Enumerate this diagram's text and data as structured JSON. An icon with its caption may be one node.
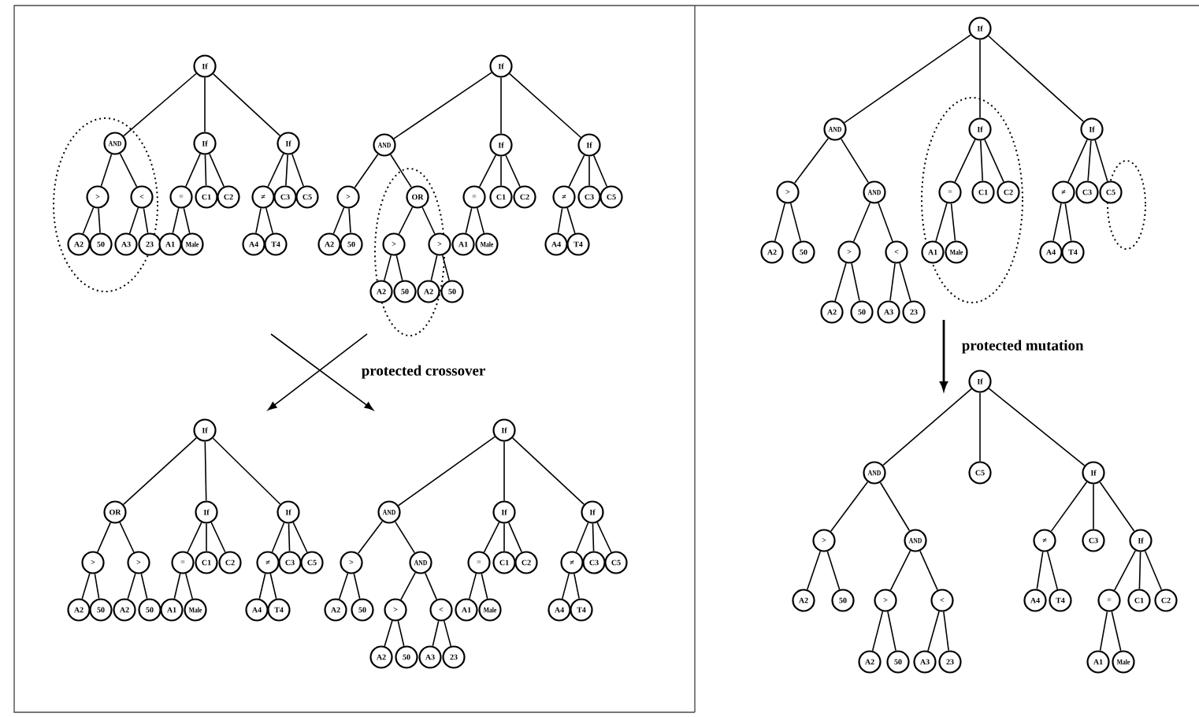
{
  "diagram": {
    "nodes": [
      {
        "text": [
          "If"
        ]
      },
      {
        "text": [
          "AND"
        ]
      },
      {
        "text": [
          ">"
        ]
      },
      {
        "text": [
          "A2"
        ]
      },
      {
        "text": [
          "50"
        ]
      },
      {
        "text": [
          "<"
        ]
      },
      {
        "text": [
          "A3"
        ]
      },
      {
        "text": [
          "23"
        ]
      },
      {
        "text": [
          "If"
        ]
      },
      {
        "text": [
          "="
        ]
      },
      {
        "text": [
          "A1"
        ]
      },
      {
        "text": [
          "Male"
        ]
      },
      {
        "text": [
          "C1"
        ]
      },
      {
        "text": [
          "C2"
        ]
      },
      {
        "text": [
          "If"
        ]
      },
      {
        "text": [
          "≠"
        ]
      },
      {
        "text": [
          "A4"
        ]
      },
      {
        "text": [
          "T4"
        ]
      },
      {
        "text": [
          "C3"
        ]
      },
      {
        "text": [
          "C5"
        ]
      },
      {
        "text": [
          "If"
        ]
      },
      {
        "text": [
          "AND"
        ]
      },
      {
        "text": [
          ">"
        ]
      },
      {
        "text": [
          "A2"
        ]
      },
      {
        "text": [
          "50"
        ]
      },
      {
        "text": [
          "OR"
        ]
      },
      {
        "text": [
          ">"
        ]
      },
      {
        "text": [
          "A2"
        ]
      },
      {
        "text": [
          "50"
        ]
      },
      {
        "text": [
          ">"
        ]
      },
      {
        "text": [
          "A2"
        ]
      },
      {
        "text": [
          "50"
        ]
      },
      {
        "text": [
          "If"
        ]
      },
      {
        "text": [
          "="
        ]
      },
      {
        "text": [
          "A1"
        ]
      },
      {
        "text": [
          "Male"
        ]
      },
      {
        "text": [
          "C1"
        ]
      },
      {
        "text": [
          "C2"
        ]
      },
      {
        "text": [
          "If"
        ]
      },
      {
        "text": [
          "≠"
        ]
      },
      {
        "text": [
          "A4"
        ]
      },
      {
        "text": [
          "T4"
        ]
      },
      {
        "text": [
          "C3"
        ]
      },
      {
        "text": [
          "C5"
        ]
      },
      {
        "text": [
          "If"
        ]
      },
      {
        "text": [
          "OR"
        ]
      },
      {
        "text": [
          ">"
        ]
      },
      {
        "text": [
          "A2"
        ]
      },
      {
        "text": [
          "50"
        ]
      },
      {
        "text": [
          ">"
        ]
      },
      {
        "text": [
          "A2"
        ]
      },
      {
        "text": [
          "50"
        ]
      },
      {
        "text": [
          "If"
        ]
      },
      {
        "text": [
          "="
        ]
      },
      {
        "text": [
          "A1"
        ]
      },
      {
        "text": [
          "Male"
        ]
      },
      {
        "text": [
          "C1"
        ]
      },
      {
        "text": [
          "C2"
        ]
      },
      {
        "text": [
          "If"
        ]
      },
      {
        "text": [
          "≠"
        ]
      },
      {
        "text": [
          "A4"
        ]
      },
      {
        "text": [
          "T4"
        ]
      },
      {
        "text": [
          "C3"
        ]
      },
      {
        "text": [
          "C5"
        ]
      },
      {
        "text": [
          "If"
        ]
      },
      {
        "text": [
          "AND"
        ]
      },
      {
        "text": [
          ">"
        ]
      },
      {
        "text": [
          "A2"
        ]
      },
      {
        "text": [
          "50"
        ]
      },
      {
        "text": [
          "AND"
        ]
      },
      {
        "text": [
          ">"
        ]
      },
      {
        "text": [
          "A2"
        ]
      },
      {
        "text": [
          "50"
        ]
      },
      {
        "text": [
          "<"
        ]
      },
      {
        "text": [
          "A3"
        ]
      },
      {
        "text": [
          "23"
        ]
      },
      {
        "text": [
          "If"
        ]
      },
      {
        "text": [
          "="
        ]
      },
      {
        "text": [
          "A1"
        ]
      },
      {
        "text": [
          "Male"
        ]
      },
      {
        "text": [
          "C1"
        ]
      },
      {
        "text": [
          "C2"
        ]
      },
      {
        "text": [
          "If"
        ]
      },
      {
        "text": [
          "≠"
        ]
      },
      {
        "text": [
          "A4"
        ]
      },
      {
        "text": [
          "T4"
        ]
      },
      {
        "text": [
          "C3"
        ]
      },
      {
        "text": [
          "C5"
        ]
      },
      {
        "text": [
          "If"
        ]
      },
      {
        "text": [
          "AND"
        ]
      },
      {
        "text": [
          ">"
        ]
      },
      {
        "text": [
          "A2"
        ]
      },
      {
        "text": [
          "50"
        ]
      },
      {
        "text": [
          "AND"
        ]
      },
      {
        "text": [
          ">"
        ]
      },
      {
        "text": [
          "A2"
        ]
      },
      {
        "text": [
          "50"
        ]
      },
      {
        "text": [
          "<"
        ]
      },
      {
        "text": [
          "A3"
        ]
      },
      {
        "text": [
          "23"
        ]
      },
      {
        "text": [
          "If"
        ]
      },
      {
        "text": [
          "="
        ]
      },
      {
        "text": [
          "A1"
        ]
      },
      {
        "text": [
          "Male"
        ]
      },
      {
        "text": [
          "C1"
        ]
      },
      {
        "text": [
          "C2"
        ]
      },
      {
        "text": [
          "If"
        ]
      },
      {
        "text": [
          "≠"
        ]
      },
      {
        "text": [
          "A4"
        ]
      },
      {
        "text": [
          "T4"
        ]
      },
      {
        "text": [
          "C3"
        ]
      },
      {
        "text": [
          "C5"
        ]
      },
      {
        "text": [
          "If"
        ]
      },
      {
        "text": [
          "AND"
        ]
      },
      {
        "text": [
          ">"
        ]
      },
      {
        "text": [
          "A2"
        ]
      },
      {
        "text": [
          "50"
        ]
      },
      {
        "text": [
          "AND"
        ]
      },
      {
        "text": [
          ">"
        ]
      },
      {
        "text": [
          "A2"
        ]
      },
      {
        "text": [
          "50"
        ]
      },
      {
        "text": [
          "<"
        ]
      },
      {
        "text": [
          "A3"
        ]
      },
      {
        "text": [
          "23"
        ]
      },
      {
        "text": [
          "C5"
        ]
      },
      {
        "text": [
          "If"
        ]
      },
      {
        "text": [
          "≠"
        ]
      },
      {
        "text": [
          "A4"
        ]
      },
      {
        "text": [
          "T4"
        ]
      },
      {
        "text": [
          "C3"
        ]
      },
      {
        "text": [
          "If"
        ]
      },
      {
        "text": [
          "="
        ]
      },
      {
        "text": [
          "A1"
        ]
      },
      {
        "text": [
          "Male"
        ]
      },
      {
        "text": [
          "C1"
        ]
      },
      {
        "text": [
          "C2"
        ]
      }
    ],
    "edges": [
      {
        "from": 0,
        "to": 1,
        "arrow": "none"
      },
      {
        "from": 1,
        "to": 2,
        "arrow": "none"
      },
      {
        "from": 2,
        "to": 3,
        "arrow": "none"
      },
      {
        "from": 2,
        "to": 4,
        "arrow": "none"
      },
      {
        "from": 1,
        "to": 5,
        "arrow": "none"
      },
      {
        "from": 5,
        "to": 6,
        "arrow": "none"
      },
      {
        "from": 5,
        "to": 7,
        "arrow": "none"
      },
      {
        "from": 0,
        "to": 8,
        "arrow": "none"
      },
      {
        "from": 8,
        "to": 9,
        "arrow": "none"
      },
      {
        "from": 9,
        "to": 10,
        "arrow": "none"
      },
      {
        "from": 9,
        "to": 11,
        "arrow": "none"
      },
      {
        "from": 8,
        "to": 12,
        "arrow": "none"
      },
      {
        "from": 8,
        "to": 13,
        "arrow": "none"
      },
      {
        "from": 0,
        "to": 14,
        "arrow": "none"
      },
      {
        "from": 14,
        "to": 15,
        "arrow": "none"
      },
      {
        "from": 15,
        "to": 16,
        "arrow": "none"
      },
      {
        "from": 15,
        "to": 17,
        "arrow": "none"
      },
      {
        "from": 14,
        "to": 18,
        "arrow": "none"
      },
      {
        "from": 14,
        "to": 19,
        "arrow": "none"
      },
      {
        "from": 20,
        "to": 21,
        "arrow": "none"
      },
      {
        "from": 21,
        "to": 22,
        "arrow": "none"
      },
      {
        "from": 22,
        "to": 23,
        "arrow": "none"
      },
      {
        "from": 22,
        "to": 24,
        "arrow": "none"
      },
      {
        "from": 21,
        "to": 25,
        "arrow": "none"
      },
      {
        "from": 25,
        "to": 26,
        "arrow": "none"
      },
      {
        "from": 26,
        "to": 27,
        "arrow": "none"
      },
      {
        "from": 26,
        "to": 28,
        "arrow": "none"
      },
      {
        "from": 25,
        "to": 29,
        "arrow": "none"
      },
      {
        "from": 29,
        "to": 30,
        "arrow": "none"
      },
      {
        "from": 29,
        "to": 31,
        "arrow": "none"
      },
      {
        "from": 20,
        "to": 32,
        "arrow": "none"
      },
      {
        "from": 32,
        "to": 33,
        "arrow": "none"
      },
      {
        "from": 33,
        "to": 34,
        "arrow": "none"
      },
      {
        "from": 33,
        "to": 35,
        "arrow": "none"
      },
      {
        "from": 32,
        "to": 36,
        "arrow": "none"
      },
      {
        "from": 32,
        "to": 37,
        "arrow": "none"
      },
      {
        "from": 20,
        "to": 38,
        "arrow": "none"
      },
      {
        "from": 38,
        "to": 39,
        "arrow": "none"
      },
      {
        "from": 39,
        "to": 40,
        "arrow": "none"
      },
      {
        "from": 39,
        "to": 41,
        "arrow": "none"
      },
      {
        "from": 38,
        "to": 42,
        "arrow": "none"
      },
      {
        "from": 38,
        "to": 43,
        "arrow": "none"
      },
      {
        "from": 44,
        "to": 45,
        "arrow": "none"
      },
      {
        "from": 45,
        "to": 46,
        "arrow": "none"
      },
      {
        "from": 46,
        "to": 47,
        "arrow": "none"
      },
      {
        "from": 46,
        "to": 48,
        "arrow": "none"
      },
      {
        "from": 45,
        "to": 49,
        "arrow": "none"
      },
      {
        "from": 49,
        "to": 50,
        "arrow": "none"
      },
      {
        "from": 49,
        "to": 51,
        "arrow": "none"
      },
      {
        "from": 44,
        "to": 52,
        "arrow": "none"
      },
      {
        "from": 52,
        "to": 53,
        "arrow": "none"
      },
      {
        "from": 53,
        "to": 54,
        "arrow": "none"
      },
      {
        "from": 53,
        "to": 55,
        "arrow": "none"
      },
      {
        "from": 52,
        "to": 56,
        "arrow": "none"
      },
      {
        "from": 52,
        "to": 57,
        "arrow": "none"
      },
      {
        "from": 44,
        "to": 58,
        "arrow": "none"
      },
      {
        "from": 58,
        "to": 59,
        "arrow": "none"
      },
      {
        "from": 59,
        "to": 60,
        "arrow": "none"
      },
      {
        "from": 59,
        "to": 61,
        "arrow": "none"
      },
      {
        "from": 58,
        "to": 62,
        "arrow": "none"
      },
      {
        "from": 58,
        "to": 63,
        "arrow": "none"
      },
      {
        "from": 64,
        "to": 65,
        "arrow": "none"
      },
      {
        "from": 65,
        "to": 66,
        "arrow": "none"
      },
      {
        "from": 66,
        "to": 67,
        "arrow": "none"
      },
      {
        "from": 66,
        "to": 68,
        "arrow": "none"
      },
      {
        "from": 65,
        "to": 69,
        "arrow": "none"
      },
      {
        "from": 69,
        "to": 70,
        "arrow": "none"
      },
      {
        "from": 70,
        "to": 71,
        "arrow": "none"
      },
      {
        "from": 70,
        "to": 72,
        "arrow": "none"
      },
      {
        "from": 69,
        "to": 73,
        "arrow": "none"
      },
      {
        "from": 73,
        "to": 74,
        "arrow": "none"
      },
      {
        "from": 73,
        "to": 75,
        "arrow": "none"
      },
      {
        "from": 64,
        "to": 76,
        "arrow": "none"
      },
      {
        "from": 76,
        "to": 77,
        "arrow": "none"
      },
      {
        "from": 77,
        "to": 78,
        "arrow": "none"
      },
      {
        "from": 77,
        "to": 79,
        "arrow": "none"
      },
      {
        "from": 76,
        "to": 80,
        "arrow": "none"
      },
      {
        "from": 76,
        "to": 81,
        "arrow": "none"
      },
      {
        "from": 64,
        "to": 82,
        "arrow": "none"
      },
      {
        "from": 82,
        "to": 83,
        "arrow": "none"
      },
      {
        "from": 83,
        "to": 84,
        "arrow": "none"
      },
      {
        "from": 83,
        "to": 85,
        "arrow": "none"
      },
      {
        "from": 82,
        "to": 86,
        "arrow": "none"
      },
      {
        "from": 82,
        "to": 87,
        "arrow": "none"
      },
      {
        "from": 88,
        "to": 89,
        "arrow": "none"
      },
      {
        "from": 89,
        "to": 90,
        "arrow": "none"
      },
      {
        "from": 90,
        "to": 91,
        "arrow": "none"
      },
      {
        "from": 90,
        "to": 92,
        "arrow": "none"
      },
      {
        "from": 89,
        "to": 93,
        "arrow": "none"
      },
      {
        "from": 93,
        "to": 94,
        "arrow": "none"
      },
      {
        "from": 94,
        "to": 95,
        "arrow": "none"
      },
      {
        "from": 94,
        "to": 96,
        "arrow": "none"
      },
      {
        "from": 93,
        "to": 97,
        "arrow": "none"
      },
      {
        "from": 97,
        "to": 98,
        "arrow": "none"
      },
      {
        "from": 97,
        "to": 99,
        "arrow": "none"
      },
      {
        "from": 88,
        "to": 100,
        "arrow": "none"
      },
      {
        "from": 100,
        "to": 101,
        "arrow": "none"
      },
      {
        "from": 101,
        "to": 102,
        "arrow": "none"
      },
      {
        "from": 101,
        "to": 103,
        "arrow": "none"
      },
      {
        "from": 100,
        "to": 104,
        "arrow": "none"
      },
      {
        "from": 100,
        "to": 105,
        "arrow": "none"
      },
      {
        "from": 88,
        "to": 106,
        "arrow": "none"
      },
      {
        "from": 106,
        "to": 107,
        "arrow": "none"
      },
      {
        "from": 107,
        "to": 108,
        "arrow": "none"
      },
      {
        "from": 107,
        "to": 109,
        "arrow": "none"
      },
      {
        "from": 106,
        "to": 110,
        "arrow": "none"
      },
      {
        "from": 106,
        "to": 111,
        "arrow": "none"
      },
      {
        "from": 112,
        "to": 113,
        "arrow": "none"
      },
      {
        "from": 113,
        "to": 114,
        "arrow": "none"
      },
      {
        "from": 114,
        "to": 115,
        "arrow": "none"
      },
      {
        "from": 114,
        "to": 116,
        "arrow": "none"
      },
      {
        "from": 113,
        "to": 117,
        "arrow": "none"
      },
      {
        "from": 117,
        "to": 118,
        "arrow": "none"
      },
      {
        "from": 118,
        "to": 119,
        "arrow": "none"
      },
      {
        "from": 118,
        "to": 120,
        "arrow": "none"
      },
      {
        "from": 117,
        "to": 121,
        "arrow": "none"
      },
      {
        "from": 121,
        "to": 122,
        "arrow": "none"
      },
      {
        "from": 121,
        "to": 123,
        "arrow": "none"
      },
      {
        "from": 112,
        "to": 124,
        "arrow": "none"
      },
      {
        "from": 112,
        "to": 125,
        "arrow": "none"
      },
      {
        "from": 125,
        "to": 126,
        "arrow": "none"
      },
      {
        "from": 126,
        "to": 127,
        "arrow": "none"
      },
      {
        "from": 126,
        "to": 128,
        "arrow": "none"
      },
      {
        "from": 125,
        "to": 129,
        "arrow": "none"
      },
      {
        "from": 125,
        "to": 130,
        "arrow": "none"
      },
      {
        "from": 130,
        "to": 131,
        "arrow": "none"
      },
      {
        "from": 131,
        "to": 132,
        "arrow": "none"
      },
      {
        "from": 131,
        "to": 133,
        "arrow": "none"
      },
      {
        "from": 130,
        "to": 134,
        "arrow": "none"
      },
      {
        "from": 130,
        "to": 135,
        "arrow": "none"
      }
    ],
    "labels": [
      "protected crossover",
      "protected mutation"
    ]
  }
}
